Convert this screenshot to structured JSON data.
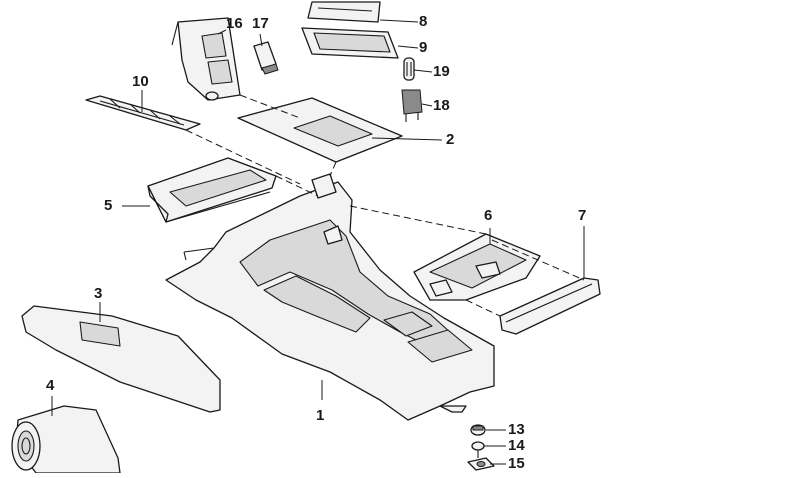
{
  "callouts": [
    {
      "id": "c1",
      "number": "1"
    },
    {
      "id": "c2",
      "number": "2"
    },
    {
      "id": "c3",
      "number": "3"
    },
    {
      "id": "c4",
      "number": "4"
    },
    {
      "id": "c5",
      "number": "5"
    },
    {
      "id": "c6",
      "number": "6"
    },
    {
      "id": "c7",
      "number": "7"
    },
    {
      "id": "c8",
      "number": "8"
    },
    {
      "id": "c9",
      "number": "9"
    },
    {
      "id": "c10",
      "number": "10"
    },
    {
      "id": "c13",
      "number": "13"
    },
    {
      "id": "c14",
      "number": "14"
    },
    {
      "id": "c15",
      "number": "15"
    },
    {
      "id": "c16",
      "number": "16"
    },
    {
      "id": "c17",
      "number": "17"
    },
    {
      "id": "c18",
      "number": "18"
    },
    {
      "id": "c19",
      "number": "19"
    }
  ]
}
